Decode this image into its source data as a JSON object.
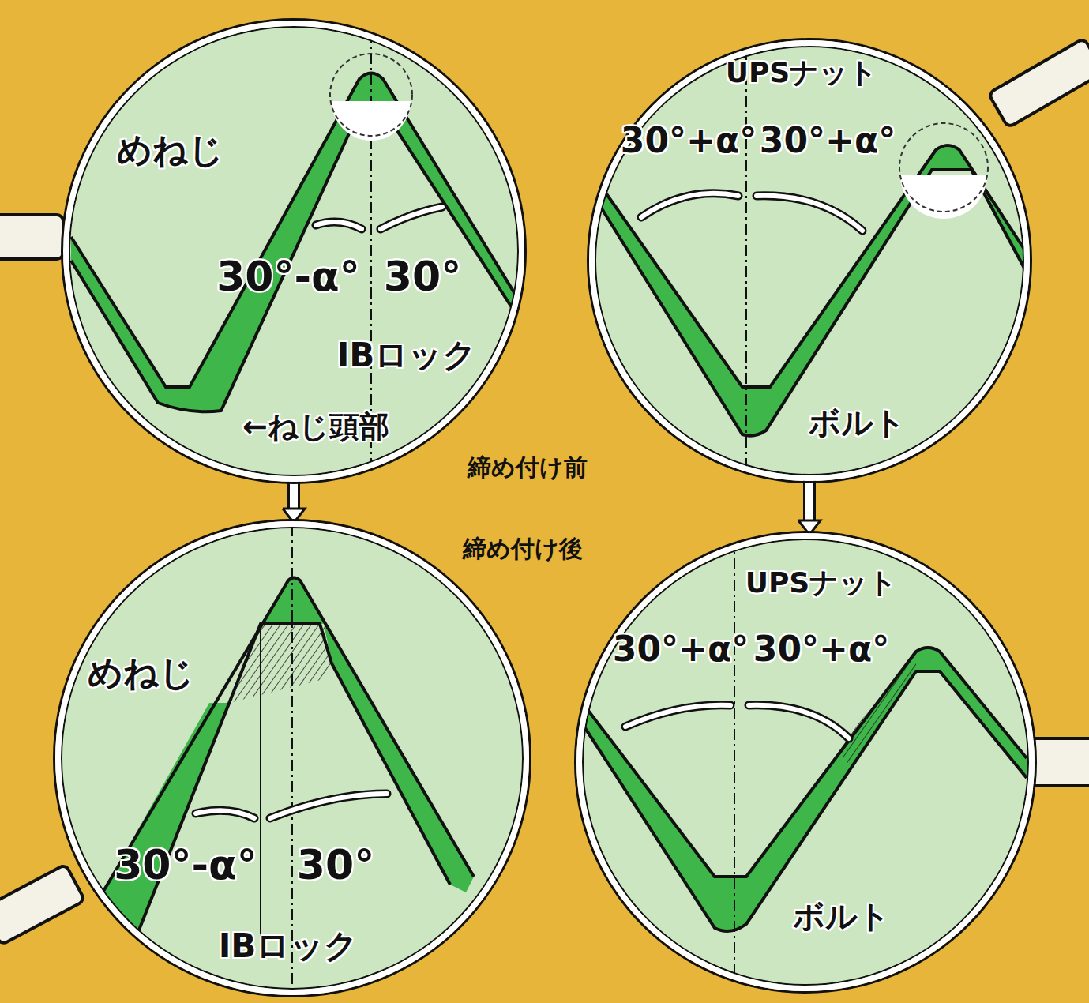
{
  "diagram": {
    "nodes": [
      {
        "text": [
          "めねじ",
          "30°-α°",
          "30°",
          "IBロック",
          "←ねじ頭部"
        ]
      },
      {
        "text": [
          "UPSナット",
          "30°+α°",
          "30°+α°",
          "ボルト"
        ]
      },
      {
        "text": [
          "めねじ",
          "30°-α°",
          "30°",
          "IBロック"
        ]
      },
      {
        "text": [
          "UPSナット",
          "30°+α°",
          "30°+α°",
          "ボルト"
        ]
      }
    ],
    "edges": [
      {
        "from": 0,
        "to": 2,
        "arrow": "to"
      },
      {
        "from": 1,
        "to": 3,
        "arrow": "to"
      }
    ],
    "labels": [
      "締め付け前",
      "締め付け後"
    ]
  }
}
